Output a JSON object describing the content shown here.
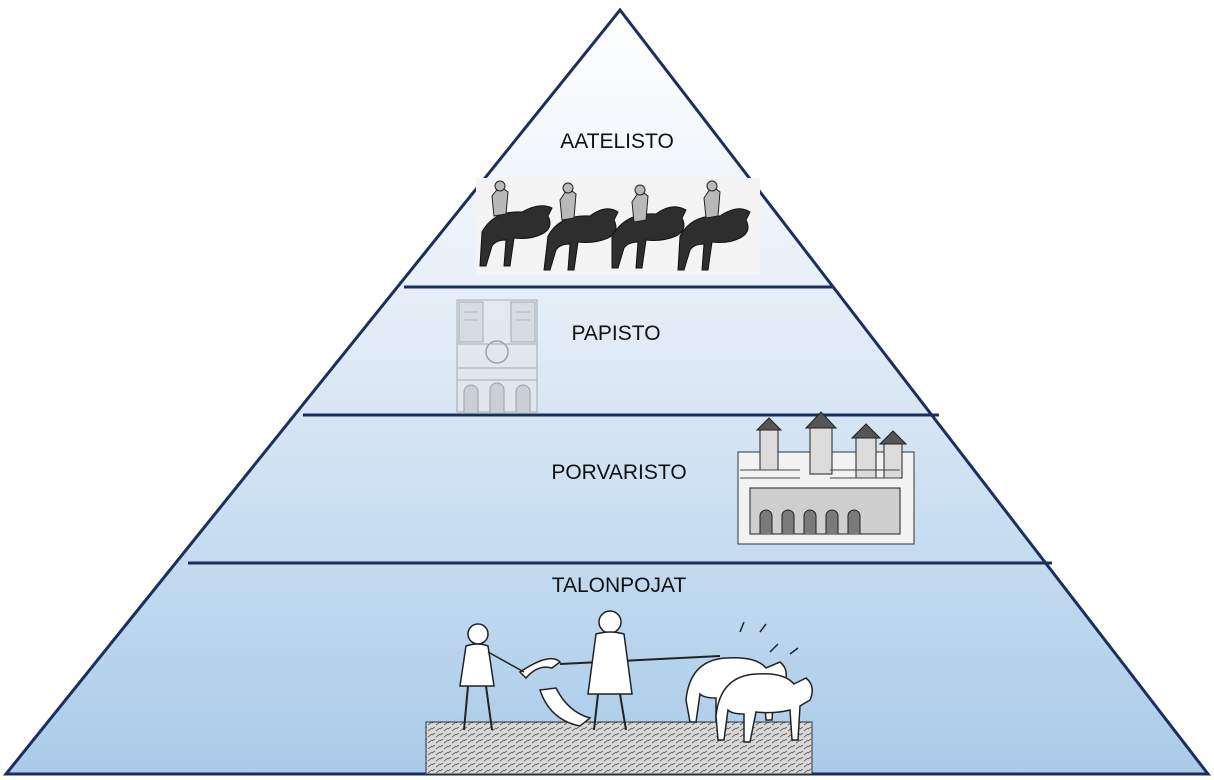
{
  "diagram": {
    "colors": {
      "outline": "#1b2f5e",
      "fill_top": "#ffffff",
      "fill_bottom": "#a9cbe9",
      "ink": "#2b2b2b"
    },
    "tiers": [
      {
        "label": "AATELISTO",
        "illustration": "mounted-knights-icon"
      },
      {
        "label": "PAPISTO",
        "illustration": "cathedral-icon"
      },
      {
        "label": "PORVARISTO",
        "illustration": "medieval-town-icon"
      },
      {
        "label": "TALONPOJAT",
        "illustration": "peasants-ploughing-icon"
      }
    ]
  }
}
